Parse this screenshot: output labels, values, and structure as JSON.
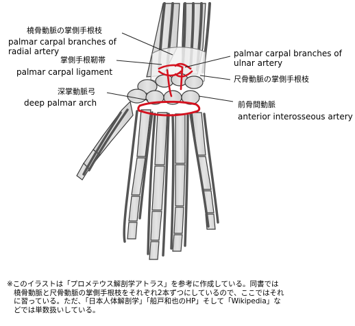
{
  "labels": {
    "radial_branch_jp": "橈骨動脈の掌側手根枝",
    "radial_branch_en_1": "palmar carpal branches of",
    "radial_branch_en_2": "radial artery",
    "ligament_jp": "掌側手根靭帯",
    "ligament_en": "palmar carpal ligament",
    "deep_arch_jp": "深掌動脈弓",
    "deep_arch_en": "deep palmar arch",
    "ulnar_branch_en_1": "palmar carpal branches of",
    "ulnar_branch_en_2": "ulnar artery",
    "ulnar_branch_jp": "尺骨動脈の掌側手根枝",
    "interosseous_jp": "前骨間動脈",
    "interosseous_en": "anterior interosseous artery"
  },
  "note": {
    "line1": "※このイラストは「プロメテウス解剖学アトラス」を参考に作成している。同書では",
    "line2": "橈骨動脈と尺骨動脈の掌側手根枝をそれぞれ2本ずつにしているので、ここではそれ",
    "line3": "に習っている。ただ、「日本人体解剖学」「船戸和也のHP」そして「Wikipedia」な",
    "line4": "どでは単数扱いしている。"
  },
  "colors": {
    "bone_fill": "#d9d9d9",
    "bone_stroke": "#3a3a3a",
    "vessel": "#555555",
    "artery": "#d4121f",
    "ligament": "#f2f2f2"
  }
}
